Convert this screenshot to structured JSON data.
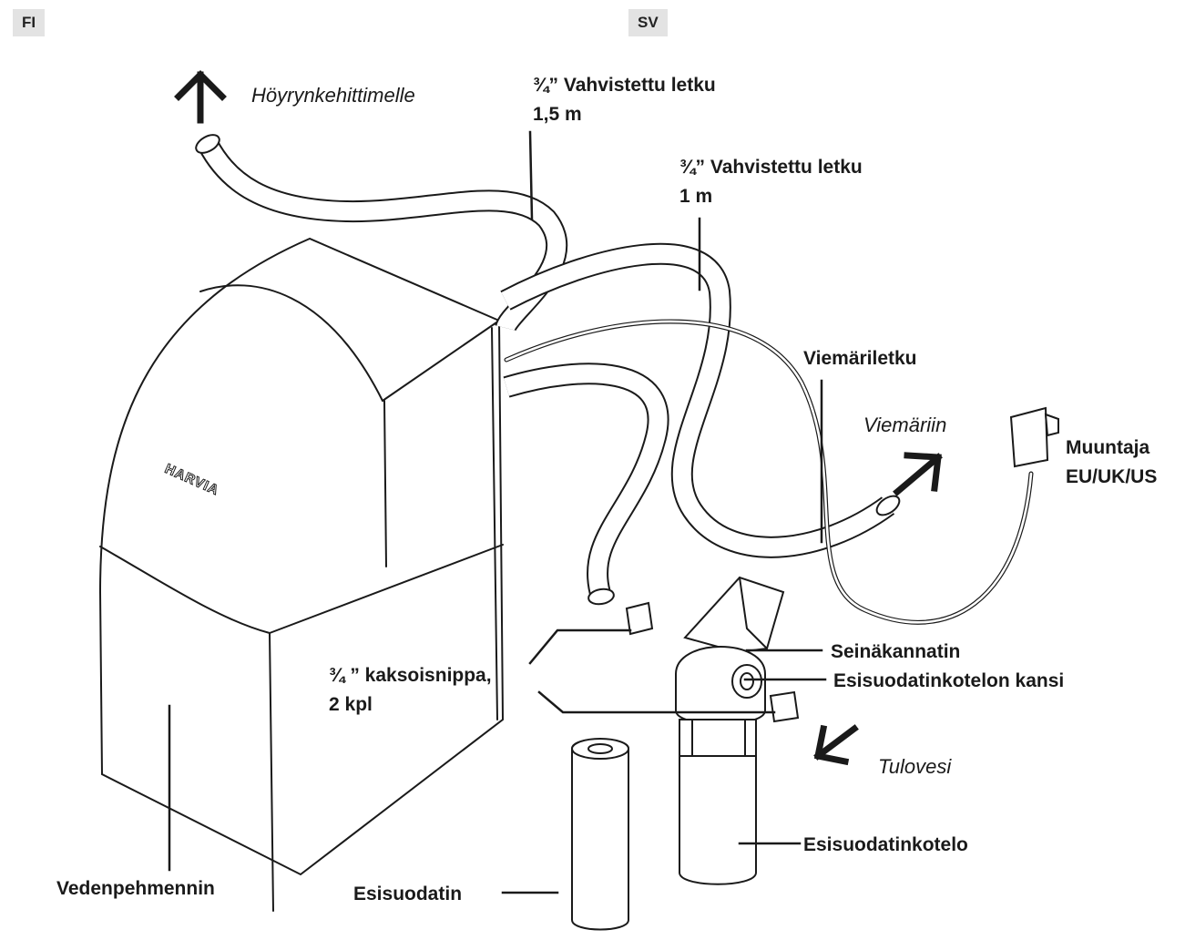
{
  "header": {
    "lang_left": "FI",
    "lang_right": "SV"
  },
  "product": {
    "brand": "HARVIA"
  },
  "labels": {
    "steam_generator": "Höyrynkehittimelle",
    "hose_reinforced_1_line1": "¾” Vahvistettu letku",
    "hose_reinforced_1_line2": "1,5 m",
    "hose_reinforced_2_line1": "¾” Vahvistettu letku",
    "hose_reinforced_2_line2": "1 m",
    "drain_hose": "Viemäriletku",
    "to_drain": "Viemäriin",
    "adapter_line1": "Muuntaja",
    "adapter_line2": "EU/UK/US",
    "wall_bracket": "Seinäkannatin",
    "prefilter_housing_lid": "Esisuodatinkotelon kansi",
    "double_nipple_line1": "¾ ” kaksoisnippa,",
    "double_nipple_line2": "2 kpl",
    "inlet_water": "Tulovesi",
    "prefilter_housing": "Esisuodatinkotelo",
    "water_softener": "Vedenpehmennin",
    "prefilter": "Esisuodatin"
  },
  "colors": {
    "ink": "#1a1a1a",
    "tag_background": "#e3e3e3",
    "paper": "#ffffff"
  }
}
